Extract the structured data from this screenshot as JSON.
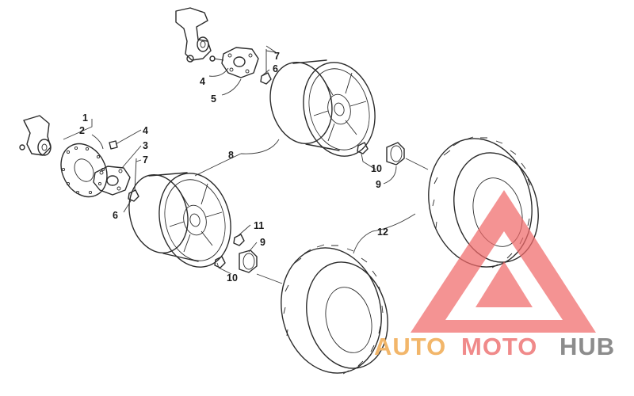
{
  "callouts": [
    {
      "id": "c1a",
      "text": "1"
    },
    {
      "id": "c2a",
      "text": "2"
    },
    {
      "id": "c3a",
      "text": "3"
    },
    {
      "id": "c4a",
      "text": "4"
    },
    {
      "id": "c4b",
      "text": "4"
    },
    {
      "id": "c5a",
      "text": "5"
    },
    {
      "id": "c6a",
      "text": "6"
    },
    {
      "id": "c6b",
      "text": "6"
    },
    {
      "id": "c7a",
      "text": "7"
    },
    {
      "id": "c7b",
      "text": "7"
    },
    {
      "id": "c8a",
      "text": "8"
    },
    {
      "id": "c9a",
      "text": "9"
    },
    {
      "id": "c9b",
      "text": "9"
    },
    {
      "id": "c10a",
      "text": "10"
    },
    {
      "id": "c10b",
      "text": "10"
    },
    {
      "id": "c11a",
      "text": "11"
    },
    {
      "id": "c12a",
      "text": "12"
    }
  ],
  "watermark": {
    "part1": "AUTO",
    "part2": "MOTO",
    "part3": "HUB",
    "colors": {
      "auto": "#f2b66a",
      "moto": "#f08a8a",
      "hub": "#8c8c8c",
      "triangle": "#f06a6a"
    }
  }
}
